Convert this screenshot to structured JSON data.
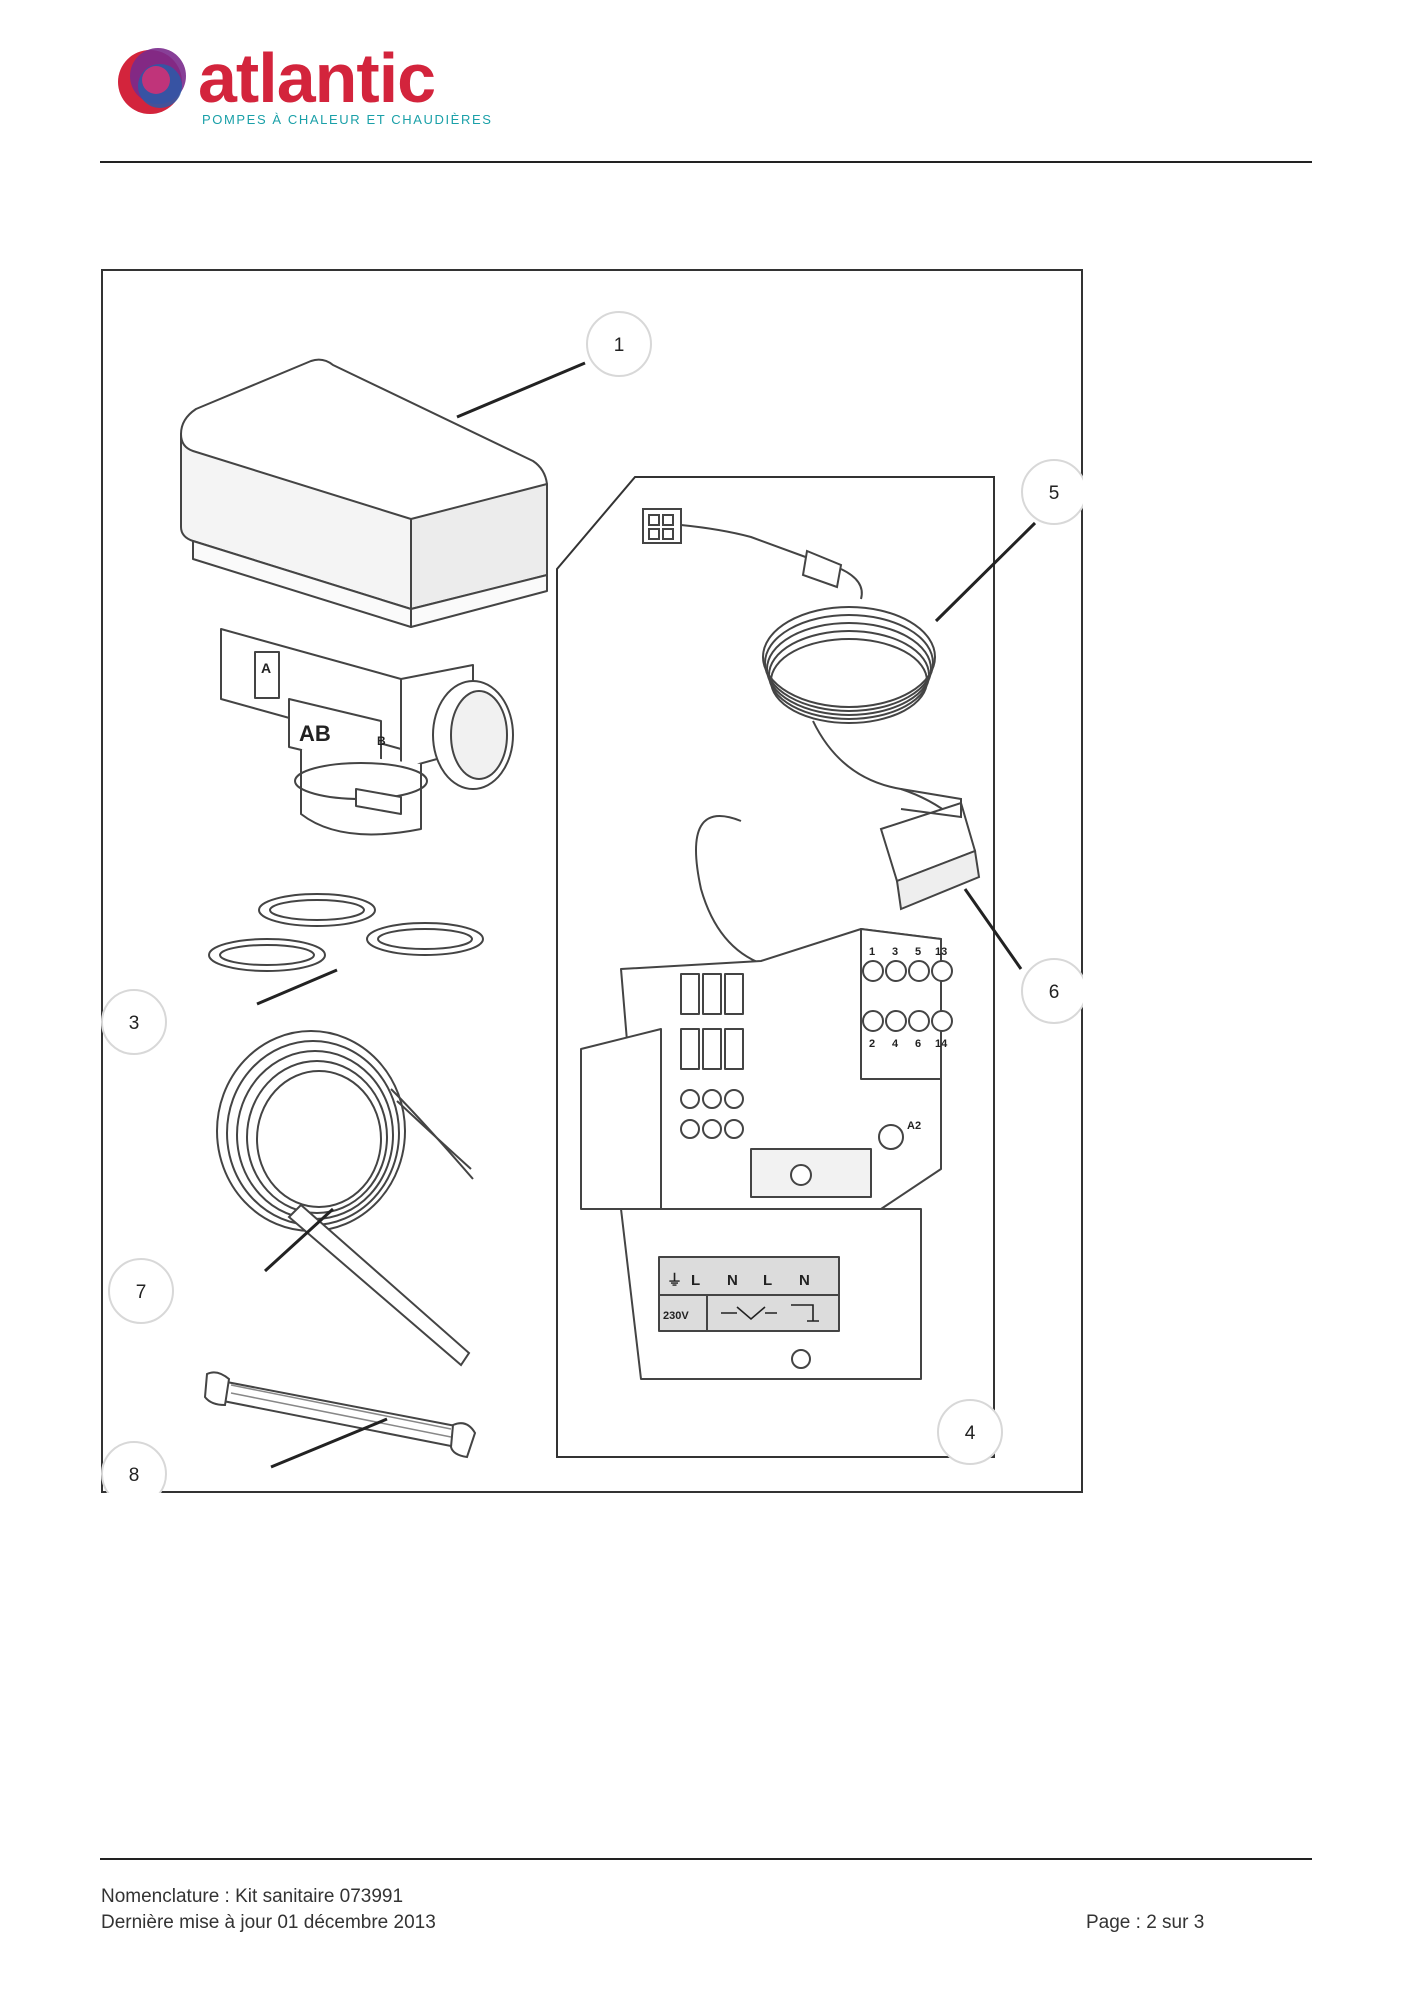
{
  "brand": {
    "name": "atlantic",
    "tagline": "POMPES À CHALEUR ET CHAUDIÈRES",
    "colors": {
      "red": "#d3243c",
      "purple": "#7a2a8c",
      "teal": "#1aa0a8",
      "blue": "#2a5aa8"
    }
  },
  "figure": {
    "callouts": [
      "1",
      "5",
      "3",
      "6",
      "7",
      "4",
      "8"
    ],
    "valve_labels": {
      "port_a": "A",
      "port_ab": "AB",
      "port_b": "B"
    },
    "terminal_numbers_top": [
      "1",
      "3",
      "5",
      "13"
    ],
    "terminal_numbers_bottom": [
      "2",
      "4",
      "6",
      "14"
    ],
    "terminal_tag": "A2",
    "plate_labels": [
      "L",
      "N",
      "L",
      "N"
    ],
    "plate_voltage": "230V"
  },
  "footer": {
    "line1": "Nomenclature : Kit sanitaire 073991",
    "line2": "Dernière mise à jour 01 décembre 2013",
    "page": "Page : 2 sur 3"
  }
}
